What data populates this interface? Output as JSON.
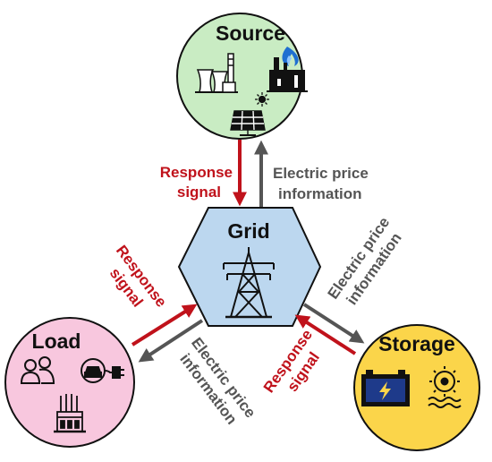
{
  "nodes": {
    "source": {
      "title": "Source",
      "fill": "#c9ecc3"
    },
    "grid": {
      "title": "Grid",
      "fill": "#bcd7ef"
    },
    "load": {
      "title": "Load",
      "fill": "#f8c7de"
    },
    "storage": {
      "title": "Storage",
      "fill": "#fbd54a"
    }
  },
  "labels": {
    "response_signal": [
      "Response",
      "signal"
    ],
    "electric_price_information": [
      "Electric price",
      "information"
    ]
  },
  "colors": {
    "response_arrow": "#c0121b",
    "price_arrow": "#555555",
    "outline": "#111111"
  },
  "icons": {
    "source": [
      "power-plant-icon",
      "refinery-flame-icon",
      "sun-icon",
      "solar-panel-icon"
    ],
    "grid": [
      "transmission-tower-icon"
    ],
    "load": [
      "people-icon",
      "electric-car-icon",
      "building-icon"
    ],
    "storage": [
      "battery-icon",
      "hydro-turbine-icon"
    ]
  }
}
